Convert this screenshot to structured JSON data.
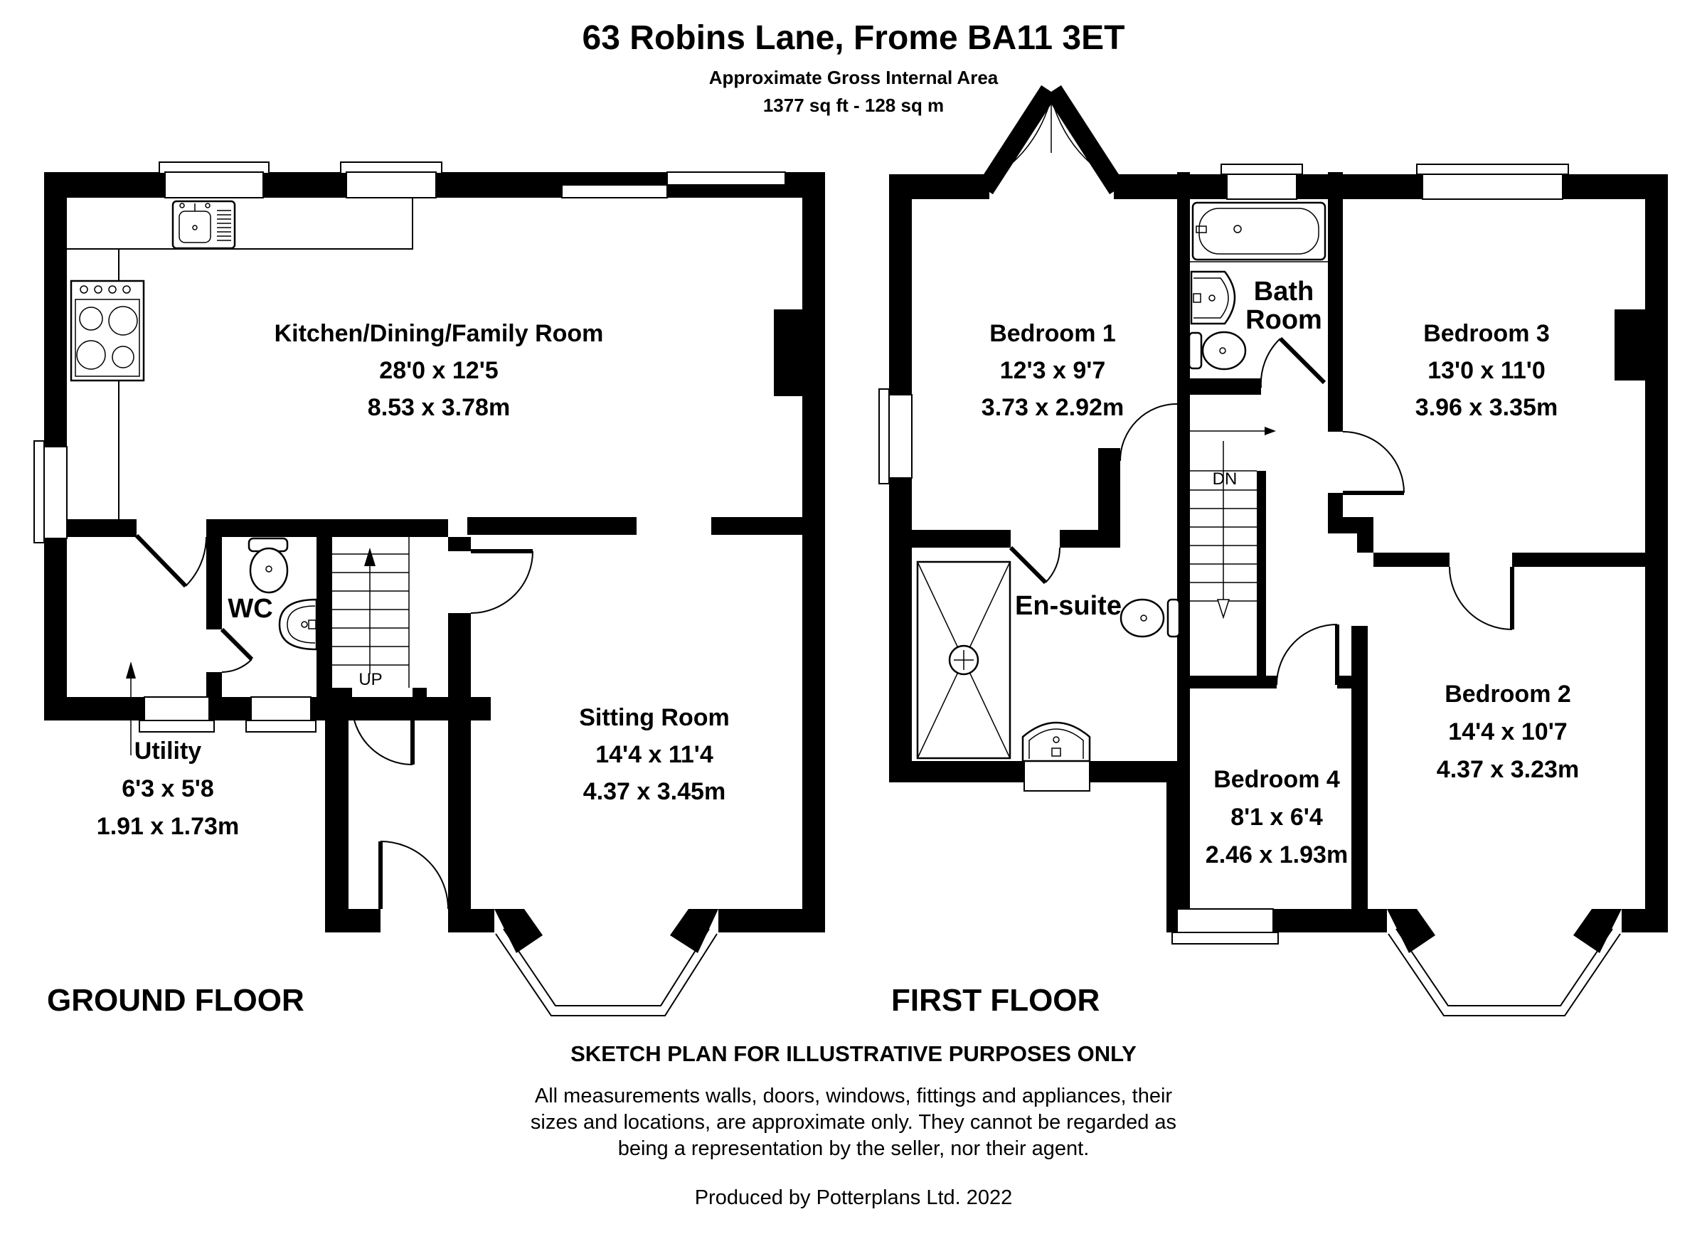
{
  "header": {
    "title": "63 Robins Lane, Frome BA11 3ET",
    "subtitle": "Approximate Gross Internal Area",
    "area": "1377 sq ft - 128 sq m"
  },
  "ground_floor": {
    "label": "GROUND FLOOR",
    "stairs_label": "UP",
    "rooms": {
      "kitchen": {
        "name": "Kitchen/Dining/Family Room",
        "imperial": "28'0 x 12'5",
        "metric": "8.53 x 3.78m"
      },
      "sitting": {
        "name": "Sitting Room",
        "imperial": "14'4 x 11'4",
        "metric": "4.37 x 3.45m"
      },
      "utility": {
        "name": "Utility",
        "imperial": "6'3 x 5'8",
        "metric": "1.91 x 1.73m"
      },
      "wc": {
        "name": "WC"
      }
    }
  },
  "first_floor": {
    "label": "FIRST FLOOR",
    "stairs_label": "DN",
    "rooms": {
      "bedroom1": {
        "name": "Bedroom 1",
        "imperial": "12'3 x 9'7",
        "metric": "3.73 x 2.92m"
      },
      "bedroom2": {
        "name": "Bedroom 2",
        "imperial": "14'4  x 10'7",
        "metric": "4.37 x 3.23m"
      },
      "bedroom3": {
        "name": "Bedroom 3",
        "imperial": "13'0 x 11'0",
        "metric": "3.96 x 3.35m"
      },
      "bedroom4": {
        "name": "Bedroom 4",
        "imperial": "8'1 x 6'4",
        "metric": "2.46 x 1.93m"
      },
      "bathroom": {
        "line1": "Bath",
        "line2": "Room"
      },
      "ensuite": {
        "name": "En-suite"
      }
    }
  },
  "footer": {
    "sketch_note": "SKETCH PLAN FOR ILLUSTRATIVE PURPOSES ONLY",
    "disclaimer_line1": "All measurements walls, doors, windows, fittings and appliances, their",
    "disclaimer_line2": "sizes and locations, are approximate only. They cannot be regarded as",
    "disclaimer_line3": "being a representation by the seller, nor their agent.",
    "credit": "Produced by Potterplans Ltd. 2022"
  },
  "colors": {
    "wall": "#000000",
    "background": "#ffffff"
  }
}
